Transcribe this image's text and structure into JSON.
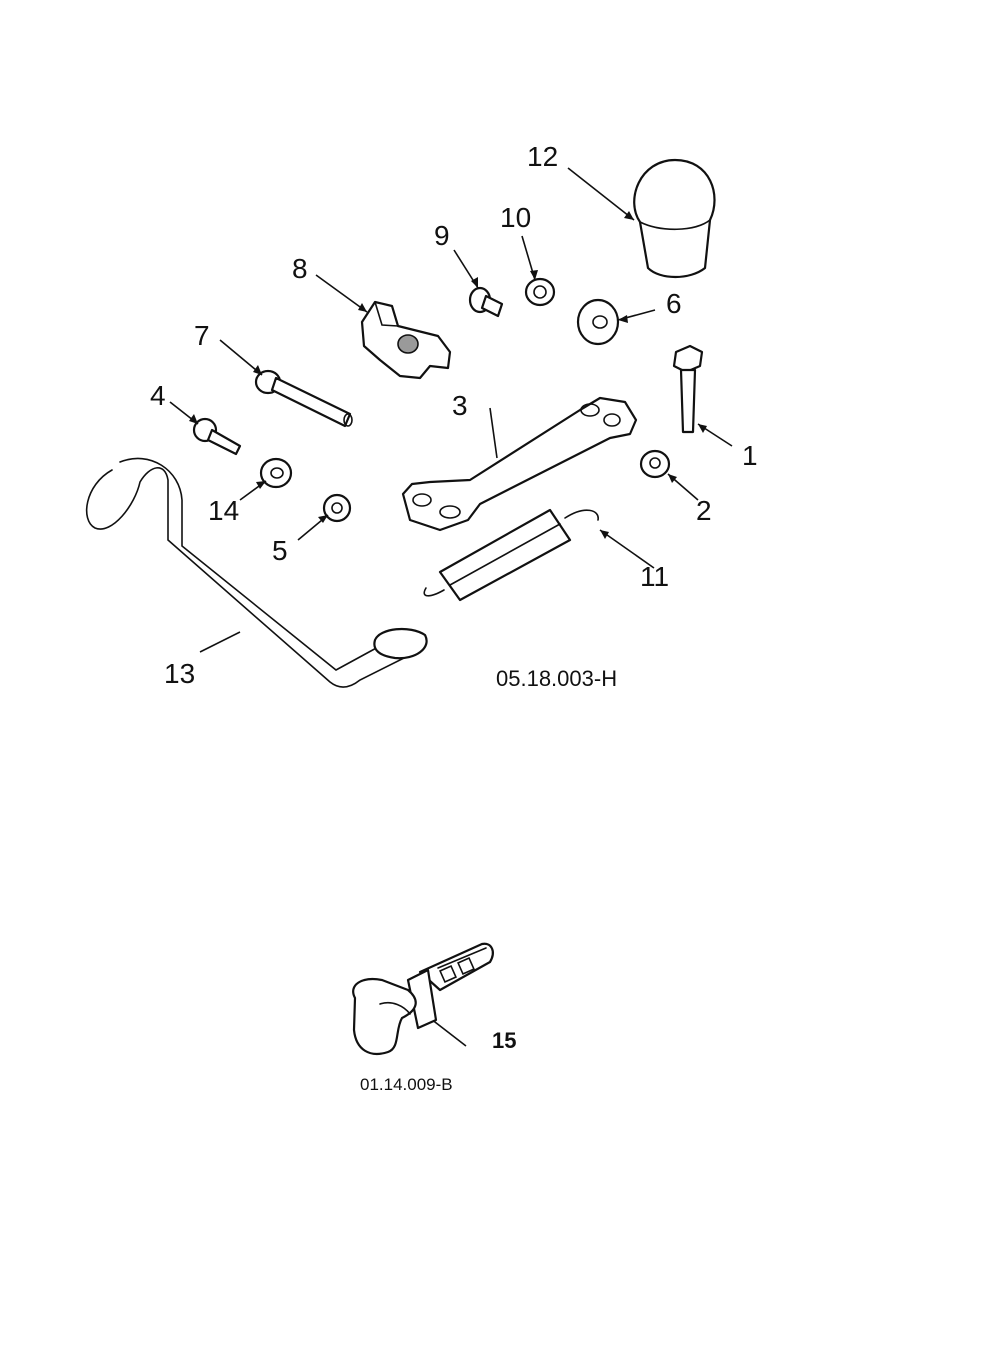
{
  "figures": [
    {
      "id": "05.18.003-H",
      "label": "05.18.003-H"
    },
    {
      "id": "01.14.009-B",
      "label": "01.14.009-B"
    }
  ],
  "callouts": [
    "1",
    "2",
    "3",
    "4",
    "5",
    "6",
    "7",
    "8",
    "9",
    "10",
    "11",
    "12",
    "13",
    "14",
    "15"
  ]
}
